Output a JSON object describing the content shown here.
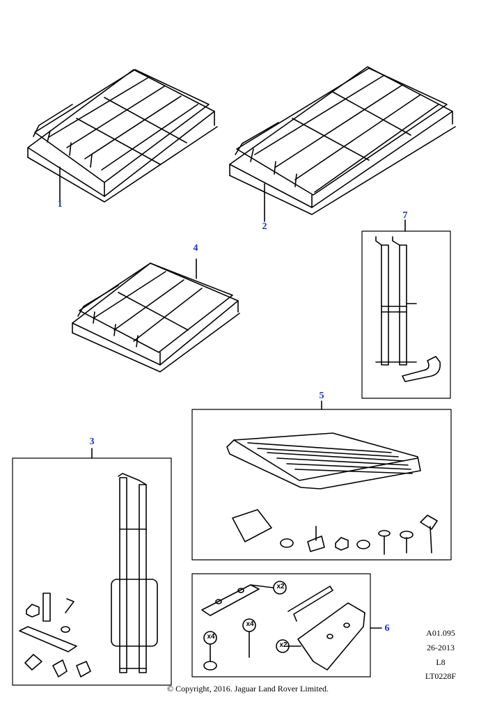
{
  "callouts": {
    "c1": "1",
    "c2": "2",
    "c3": "3",
    "c4": "4",
    "c5": "5",
    "c6": "6",
    "c7": "7"
  },
  "quantities": {
    "q_x2_a": "x2",
    "q_x2_b": "x2",
    "q_x4_a": "x4",
    "q_x4_b": "x4"
  },
  "meta": {
    "ref": "A01.095",
    "date": "26-2013",
    "level": "L8",
    "code": "LT0228F"
  },
  "footer": {
    "copyright": "© Copyright, 2016. Jaguar Land Rover Limited."
  },
  "colors": {
    "callout": "#1a2fd0",
    "line": "#000000"
  }
}
